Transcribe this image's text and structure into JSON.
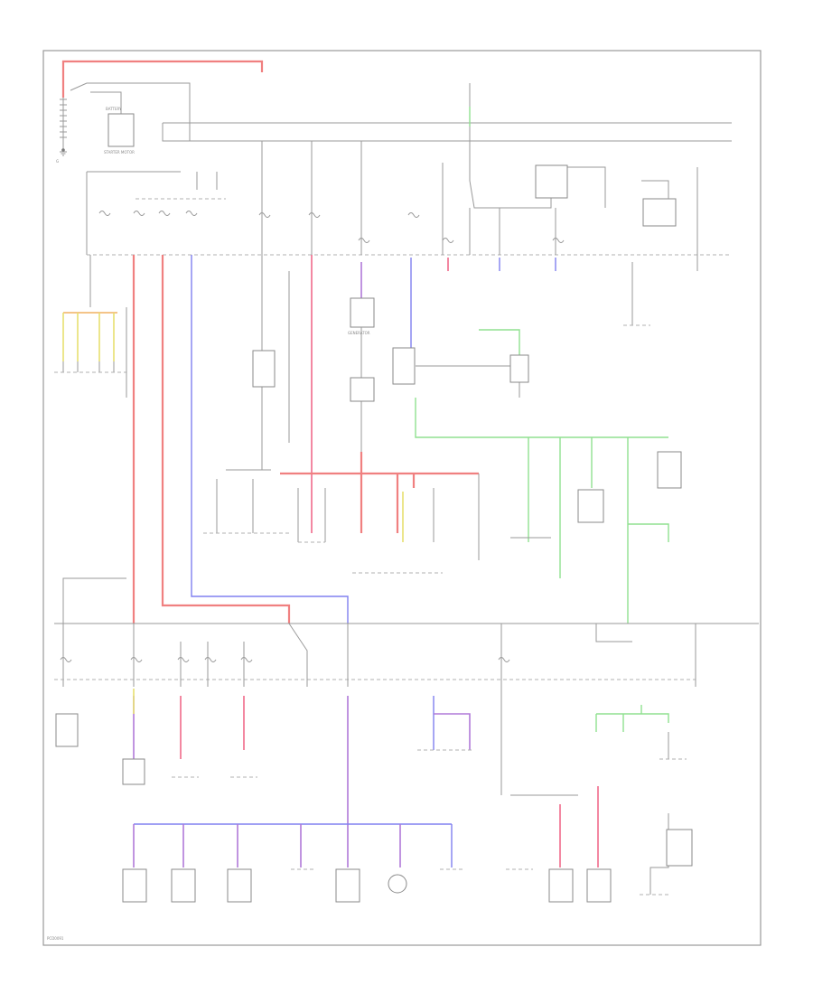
{
  "diagram": {
    "battery_label": "BATTERY",
    "starter_label": "STARTER MOTOR",
    "alternator_label": "GENERATOR",
    "ground_label": "G",
    "footer_code": "PCD0091",
    "colors": {
      "red": "#f08080",
      "blue": "#8080f0",
      "green": "#90e090",
      "violet": "#b07ad8",
      "pink": "#f06a8a",
      "yellow": "#e8e070",
      "orange": "#f0b060",
      "black": "#9a9a9a"
    }
  }
}
